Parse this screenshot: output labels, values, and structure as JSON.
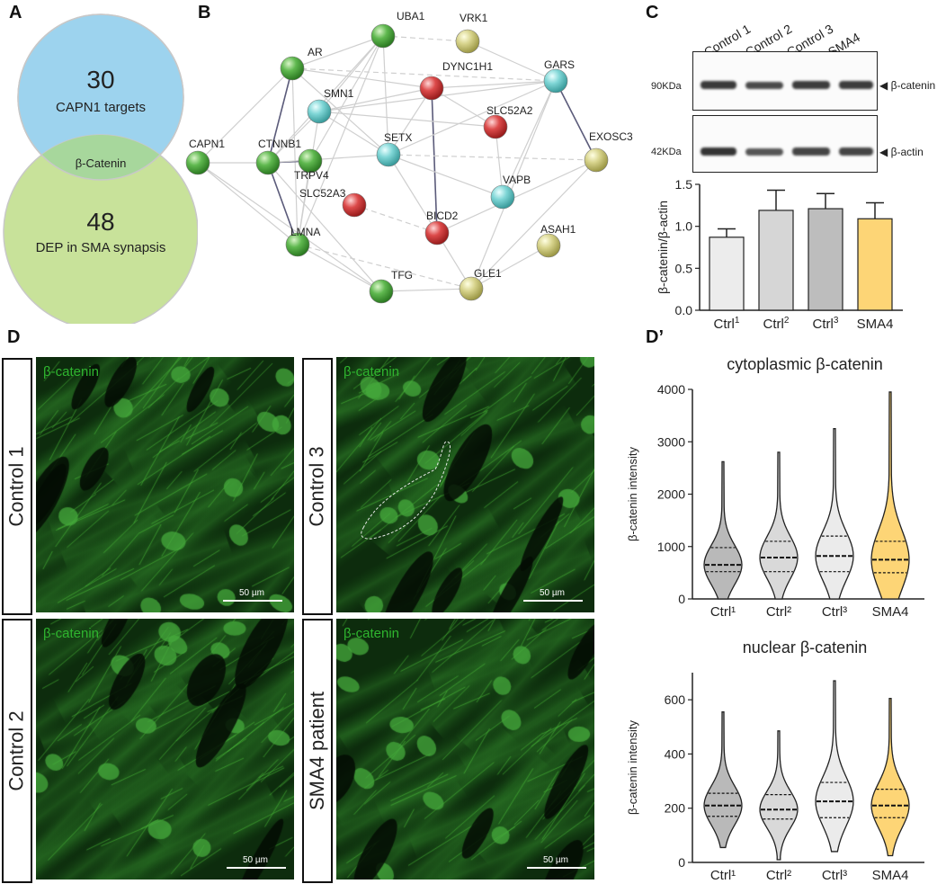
{
  "panels": {
    "A": "A",
    "B": "B",
    "C": "C",
    "D": "D",
    "Dprime": "D’"
  },
  "venn": {
    "top_count": "30",
    "top_label": "CAPN1 targets",
    "overlap_label": "β-Catenin",
    "bottom_count": "48",
    "bottom_label": "DEP in SMA synapsis",
    "colors": {
      "top": "#9dd3ee",
      "bottom": "#c8e29a",
      "overlap": "#a7d79c"
    }
  },
  "network": {
    "nodes": [
      {
        "id": "UBA1",
        "label": "UBA1",
        "color": "green"
      },
      {
        "id": "VRK1",
        "label": "VRK1",
        "color": "yellow"
      },
      {
        "id": "AR",
        "label": "AR",
        "color": "green"
      },
      {
        "id": "DYNC1H1",
        "label": "DYNC1H1",
        "color": "red"
      },
      {
        "id": "GARS",
        "label": "GARS",
        "color": "cyan"
      },
      {
        "id": "SMN1",
        "label": "SMN1",
        "color": "cyan"
      },
      {
        "id": "SLC52A2",
        "label": "SLC52A2",
        "color": "red"
      },
      {
        "id": "CAPN1",
        "label": "CAPN1",
        "color": "green"
      },
      {
        "id": "CTNNB1",
        "label": "CTNNB1",
        "color": "green"
      },
      {
        "id": "TRPV4",
        "label": "TRPV4",
        "color": "green"
      },
      {
        "id": "SETX",
        "label": "SETX",
        "color": "cyan"
      },
      {
        "id": "EXOSC3",
        "label": "EXOSC3",
        "color": "yellow"
      },
      {
        "id": "VAPB",
        "label": "VAPB",
        "color": "cyan"
      },
      {
        "id": "SLC52A3",
        "label": "SLC52A3",
        "color": "red"
      },
      {
        "id": "BICD2",
        "label": "BICD2",
        "color": "red"
      },
      {
        "id": "LMNA",
        "label": "LMNA",
        "color": "green"
      },
      {
        "id": "ASAH1",
        "label": "ASAH1",
        "color": "yellow"
      },
      {
        "id": "GLE1",
        "label": "GLE1",
        "color": "yellow"
      },
      {
        "id": "TFG",
        "label": "TFG",
        "color": "green"
      }
    ]
  },
  "western": {
    "lanes": [
      "Control 1",
      "Control 2",
      "Control 3",
      "SMA4"
    ],
    "blots": [
      {
        "size": "90KDa",
        "target": "◀ β-catenin"
      },
      {
        "size": "42KDa",
        "target": "◀ β-actin"
      }
    ]
  },
  "chart_data": [
    {
      "type": "bar",
      "categories": [
        "Ctrl1",
        "Ctrl2",
        "Ctrl3",
        "SMA4"
      ],
      "category_base": [
        "Ctrl",
        "Ctrl",
        "Ctrl",
        "SMA4"
      ],
      "category_sup": [
        "1",
        "2",
        "3",
        ""
      ],
      "values": [
        0.87,
        1.19,
        1.21,
        1.09
      ],
      "errors": [
        0.1,
        0.24,
        0.18,
        0.19
      ],
      "colors": [
        "#ececec",
        "#d6d6d6",
        "#bdbdbd",
        "#fdd576"
      ],
      "ylabel": "β-catenin/β-actin",
      "ylim": [
        0,
        1.5
      ],
      "yticks": [
        "0.0",
        "0.5",
        "1.0",
        "1.5"
      ]
    },
    {
      "type": "violin",
      "title": "cytoplasmic β-catenin",
      "ylabel": "β-catenin intensity",
      "ylim": [
        0,
        4000
      ],
      "yticks": [
        "0",
        "1000",
        "2000",
        "3000",
        "4000"
      ],
      "categories": [
        "Ctrl¹",
        "Ctrl²",
        "Ctrl³",
        "SMA4"
      ],
      "colors": [
        "#b9b9b9",
        "#d9d9d9",
        "#ebebeb",
        "#fdd576"
      ],
      "series": [
        {
          "min": 0,
          "max": 2620,
          "q1": 520,
          "median": 650,
          "q3": 980
        },
        {
          "min": 0,
          "max": 2800,
          "q1": 520,
          "median": 790,
          "q3": 1100
        },
        {
          "min": 0,
          "max": 3250,
          "q1": 520,
          "median": 820,
          "q3": 1200
        },
        {
          "min": 0,
          "max": 3950,
          "q1": 500,
          "median": 750,
          "q3": 1100
        }
      ]
    },
    {
      "type": "violin",
      "title": "nuclear β-catenin",
      "ylabel": "β-catenin intensity",
      "ylim": [
        0,
        700
      ],
      "yticks": [
        "0",
        "200",
        "400",
        "600"
      ],
      "categories": [
        "Ctrl¹",
        "Ctrl²",
        "Ctrl³",
        "SMA4"
      ],
      "colors": [
        "#b9b9b9",
        "#d9d9d9",
        "#ebebeb",
        "#fdd576"
      ],
      "series": [
        {
          "min": 55,
          "max": 555,
          "q1": 170,
          "median": 210,
          "q3": 255
        },
        {
          "min": 10,
          "max": 485,
          "q1": 160,
          "median": 195,
          "q3": 250
        },
        {
          "min": 40,
          "max": 670,
          "q1": 165,
          "median": 225,
          "q3": 295
        },
        {
          "min": 25,
          "max": 605,
          "q1": 165,
          "median": 210,
          "q3": 270
        }
      ]
    }
  ],
  "micrographs": [
    {
      "side": "Control 1",
      "stain": "β-catenin",
      "scale": "50 µm"
    },
    {
      "side": "Control 2",
      "stain": "β-catenin",
      "scale": "50 µm"
    },
    {
      "side": "Control 3",
      "stain": "β-catenin",
      "scale": "50 µm"
    },
    {
      "side": "SMA4 patient",
      "stain": "β-catenin",
      "scale": "50 µm"
    }
  ]
}
